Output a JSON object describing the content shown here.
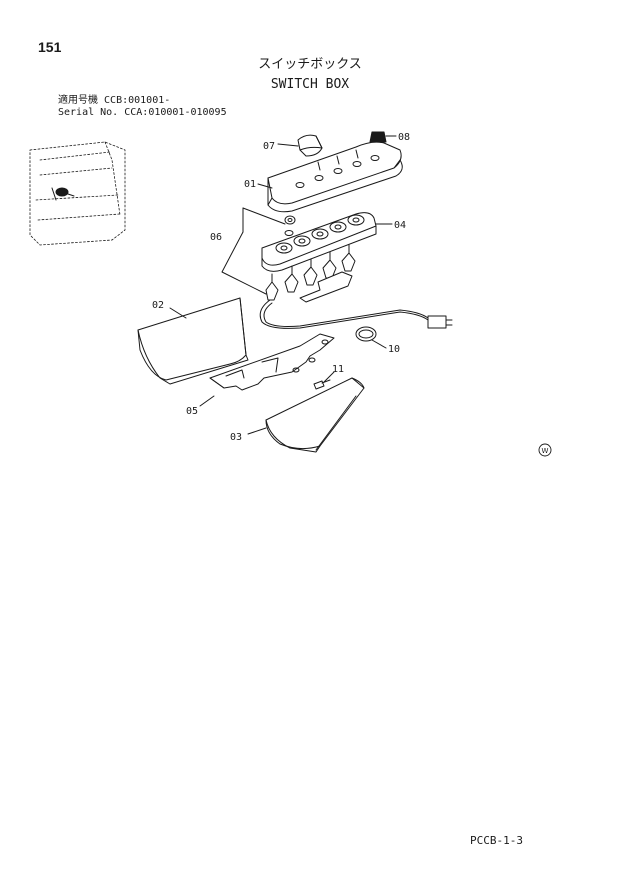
{
  "page_number": "151",
  "title_ja": "スイッチボックス",
  "title_en": "SWITCH BOX",
  "serial": {
    "line1_label": "適用号機",
    "line1_value": "CCB:001001-",
    "line2_label": "Serial No.",
    "line2_value": "CCA:010001-010095"
  },
  "callouts": {
    "p01": "01",
    "p02": "02",
    "p03": "03",
    "p04": "04",
    "p05": "05",
    "p06": "06",
    "p07": "07",
    "p08": "08",
    "p10": "10",
    "p11": "11"
  },
  "mark": "W",
  "footer_code": "PCCB-1-3"
}
